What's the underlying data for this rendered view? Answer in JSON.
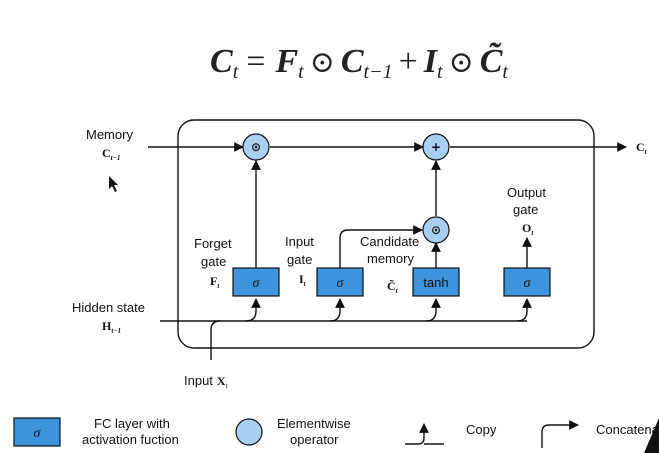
{
  "equation": {
    "lhs_var": "C",
    "lhs_sub": "t",
    "equals": "=",
    "t1_var": "F",
    "t1_sub": "t",
    "odot1": "⊙",
    "t2_var": "C",
    "t2_sub": "t−1",
    "plus": "+",
    "t3_var": "I",
    "t3_sub": "t",
    "odot2": "⊙",
    "t4_var": "C̃",
    "t4_sub": "t"
  },
  "labels": {
    "memory": "Memory",
    "memory_sym": "C",
    "memory_sub": "t−1",
    "hidden": "Hidden state",
    "hidden_sym": "H",
    "hidden_sub": "t−1",
    "input": "Input",
    "input_sym": "X",
    "input_sub": "t",
    "forget_l1": "Forget",
    "forget_l2": "gate",
    "forget_sym": "F",
    "forget_sub": "t",
    "input_gate_l1": "Input",
    "input_gate_l2": "gate",
    "input_gate_sym": "I",
    "input_gate_sub": "t",
    "cand_l1": "Candidate",
    "cand_l2": "memory",
    "cand_sym": "C̃",
    "cand_sub": "t",
    "output_l1": "Output",
    "output_l2": "gate",
    "output_sym": "O",
    "output_sub": "t",
    "out_sym": "C",
    "out_sub": "t"
  },
  "gates": {
    "sigma": "σ",
    "tanh": "tanh"
  },
  "ops": {
    "mult": "⊙",
    "add": "+"
  },
  "legend": {
    "sigma": "σ",
    "fc_l1": "FC layer with",
    "fc_l2": "activation fuction",
    "elem_l1": "Elementwise",
    "elem_l2": "operator",
    "copy": "Copy",
    "concat": "Concatenate"
  },
  "colors": {
    "gate_fill": "#3d93dc",
    "operator_fill": "#a9cff2",
    "line": "#111111"
  }
}
